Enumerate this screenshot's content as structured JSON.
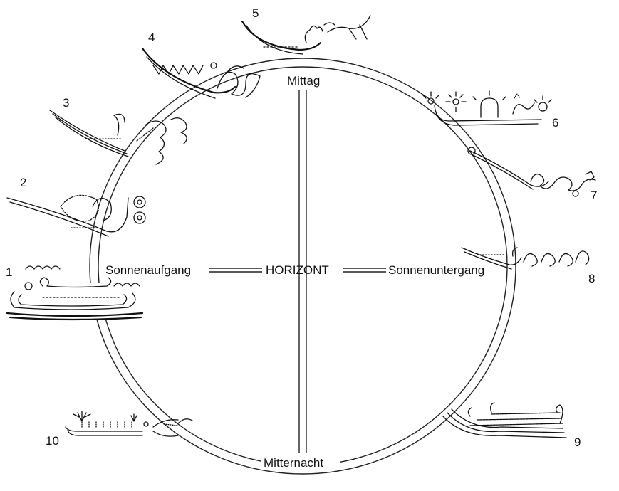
{
  "labels": {
    "noon": "Mittag",
    "midnight": "Mitternacht",
    "sunrise": "Sonnenaufgang",
    "sunset": "Sonnenuntergang",
    "horizon": "HORIZONT"
  },
  "ship_numbers": [
    "1",
    "2",
    "3",
    "4",
    "5",
    "6",
    "7",
    "8",
    "9",
    "10"
  ]
}
